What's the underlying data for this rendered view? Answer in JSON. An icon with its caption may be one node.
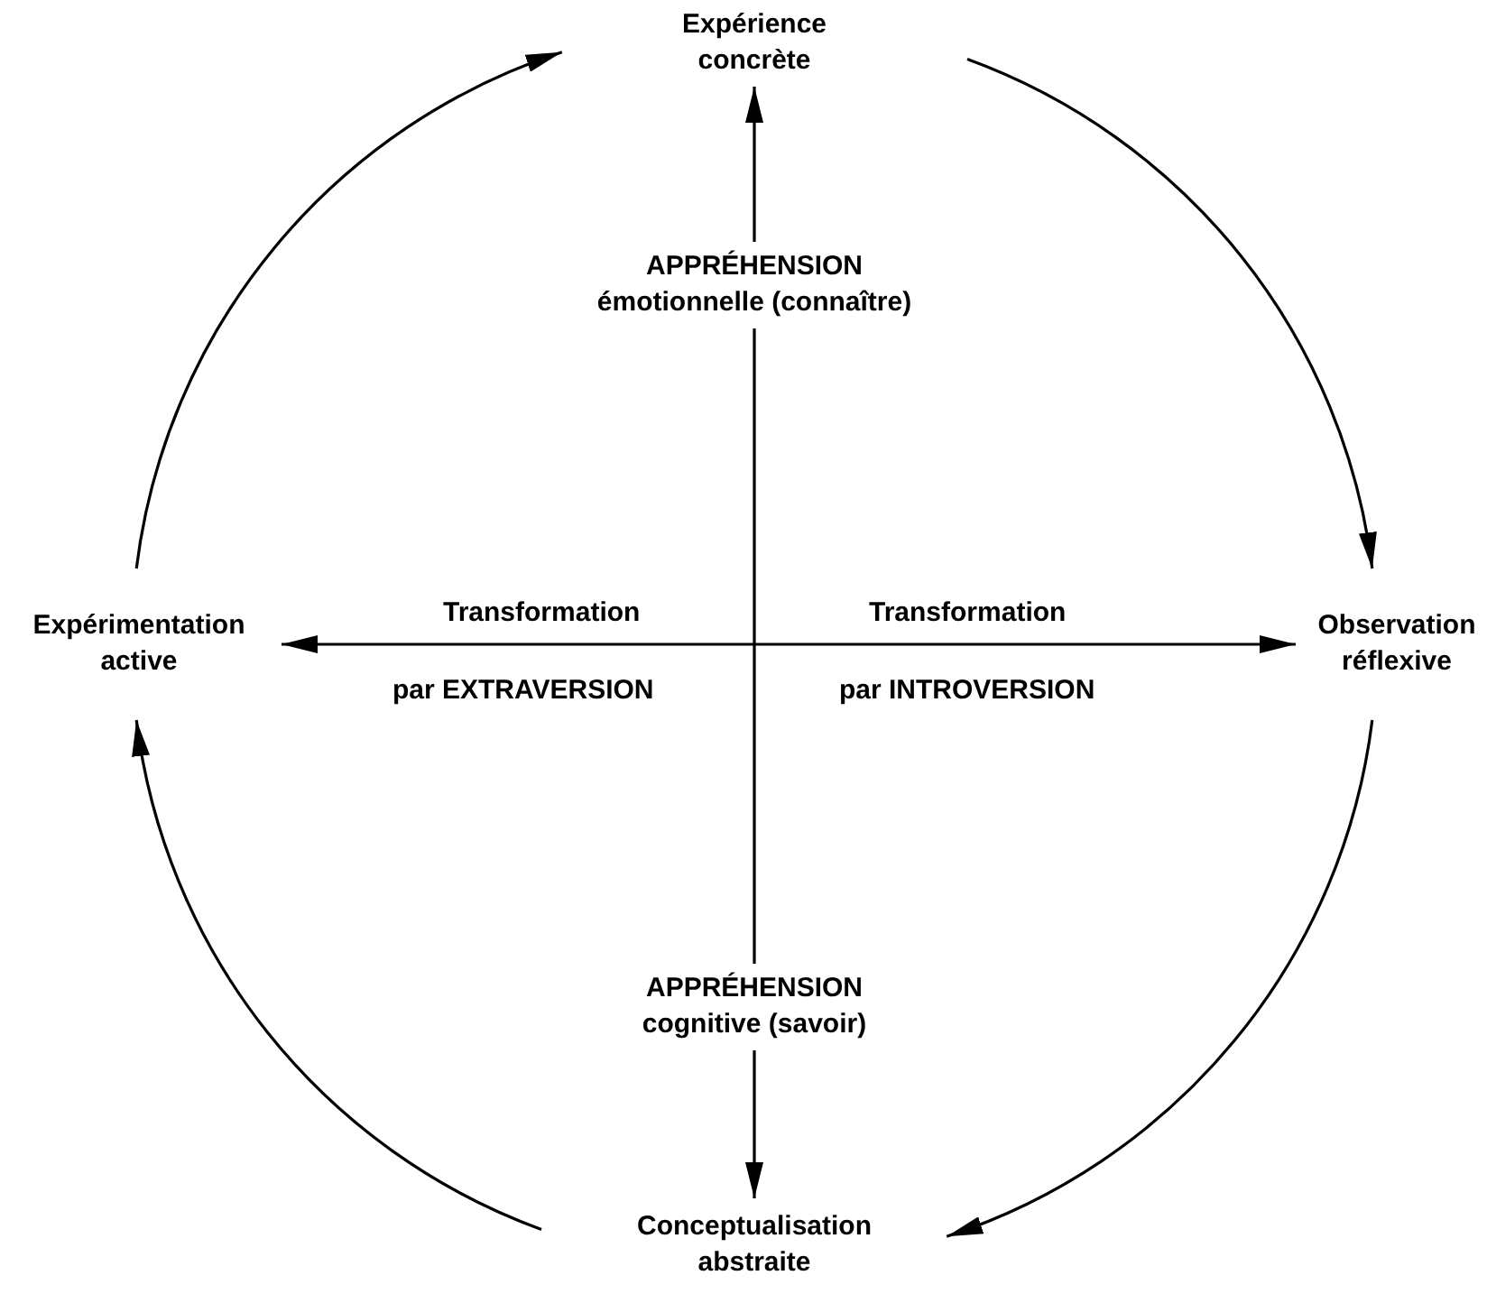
{
  "diagram": {
    "nodes": [
      {
        "text": [
          "Expérience concrète"
        ]
      },
      {
        "text": [
          "Observation réflexive"
        ]
      },
      {
        "text": [
          "Conceptualisation abstraite"
        ]
      },
      {
        "text": [
          "Expérimentation active"
        ]
      }
    ],
    "edges": [
      {
        "from": 0,
        "to": 1,
        "arrow": "to"
      },
      {
        "from": 1,
        "to": 2,
        "arrow": "to"
      },
      {
        "from": 2,
        "to": 3,
        "arrow": "to"
      },
      {
        "from": 3,
        "to": 0,
        "arrow": "to"
      },
      {
        "from": null,
        "to": 0,
        "arrow": "to"
      },
      {
        "from": null,
        "to": 1,
        "arrow": "to"
      },
      {
        "from": null,
        "to": 2,
        "arrow": "to"
      },
      {
        "from": null,
        "to": 3,
        "arrow": "to"
      }
    ],
    "labels": [
      "APPRÉHENSION émotionnelle (connaître)",
      "Transformation",
      "Transformation",
      "par EXTRAVERSION",
      "par INTROVERSION",
      "APPRÉHENSION cognitive (savoir)"
    ]
  }
}
